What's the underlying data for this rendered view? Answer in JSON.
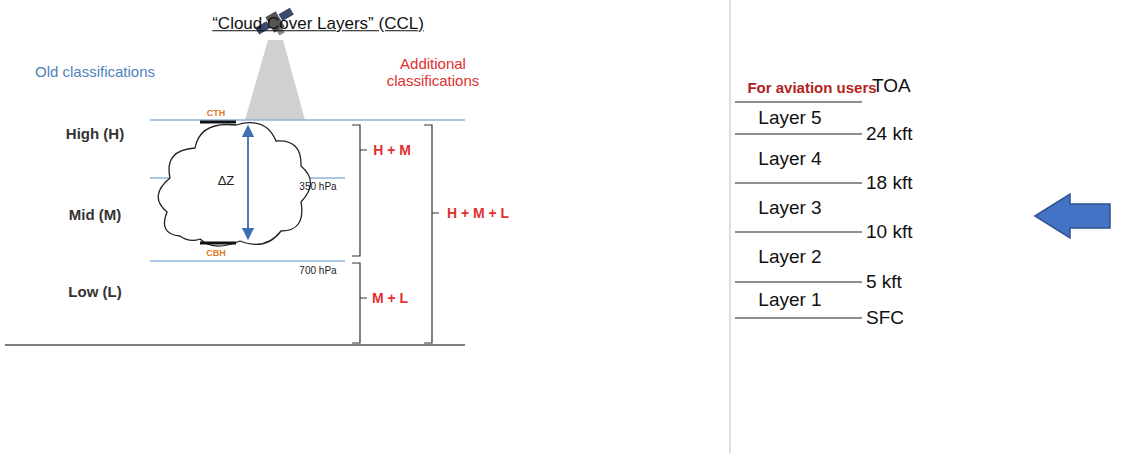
{
  "diagram": {
    "title": "“Cloud Cover Layers” (CCL)",
    "labels": [
      "Old classifications",
      "Additional classifications",
      "For aviation users",
      "TOA",
      "Layer 5",
      "24 kft",
      "Layer 4",
      "18 kft",
      "High (H)",
      "CTH",
      "ΔZ",
      "H + M",
      "350 hPa",
      "H + M + L",
      "Layer 3",
      "10 kft",
      "Mid (M)",
      "CBH",
      "Layer 2",
      "700 hPa",
      "M + L",
      "5 kft",
      "Low (L)",
      "Layer 1",
      "SFC"
    ]
  }
}
